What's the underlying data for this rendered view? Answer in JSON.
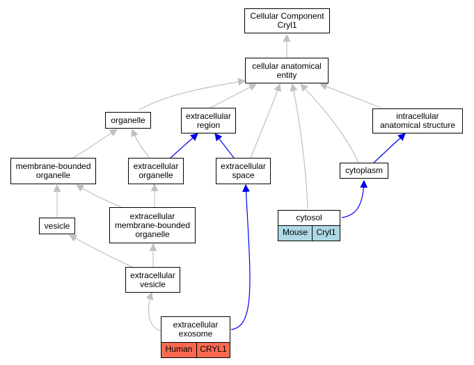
{
  "colors": {
    "is_a_edge": "#c0c0c0",
    "part_of_edge": "#0000ee",
    "node_border": "#000000",
    "node_fill": "#ffffff",
    "mouse_tag": "#add8e6",
    "human_tag": "#fa6a50"
  },
  "nodes": {
    "root": {
      "line1": "Cellular Component",
      "line2": "Cryl1"
    },
    "cae": {
      "line1": "cellular anatomical",
      "line2": "entity"
    },
    "organelle": {
      "line1": "organelle"
    },
    "ecr": {
      "line1": "extracellular",
      "line2": "region"
    },
    "ias": {
      "line1": "intracellular",
      "line2": "anatomical structure"
    },
    "mbo": {
      "line1": "membrane-bounded",
      "line2": "organelle"
    },
    "eco": {
      "line1": "extracellular",
      "line2": "organelle"
    },
    "ecs": {
      "line1": "extracellular",
      "line2": "space"
    },
    "cytoplasm": {
      "line1": "cytoplasm"
    },
    "vesicle": {
      "line1": "vesicle"
    },
    "embo": {
      "line1": "extracellular",
      "line2": "membrane-bounded",
      "line3": "organelle"
    },
    "cytosol": {
      "line1": "cytosol",
      "species": "Mouse",
      "gene": "Cryl1"
    },
    "ecv": {
      "line1": "extracellular",
      "line2": "vesicle"
    },
    "exosome": {
      "line1": "extracellular",
      "line2": "exosome",
      "species": "Human",
      "gene": "CRYL1"
    }
  }
}
